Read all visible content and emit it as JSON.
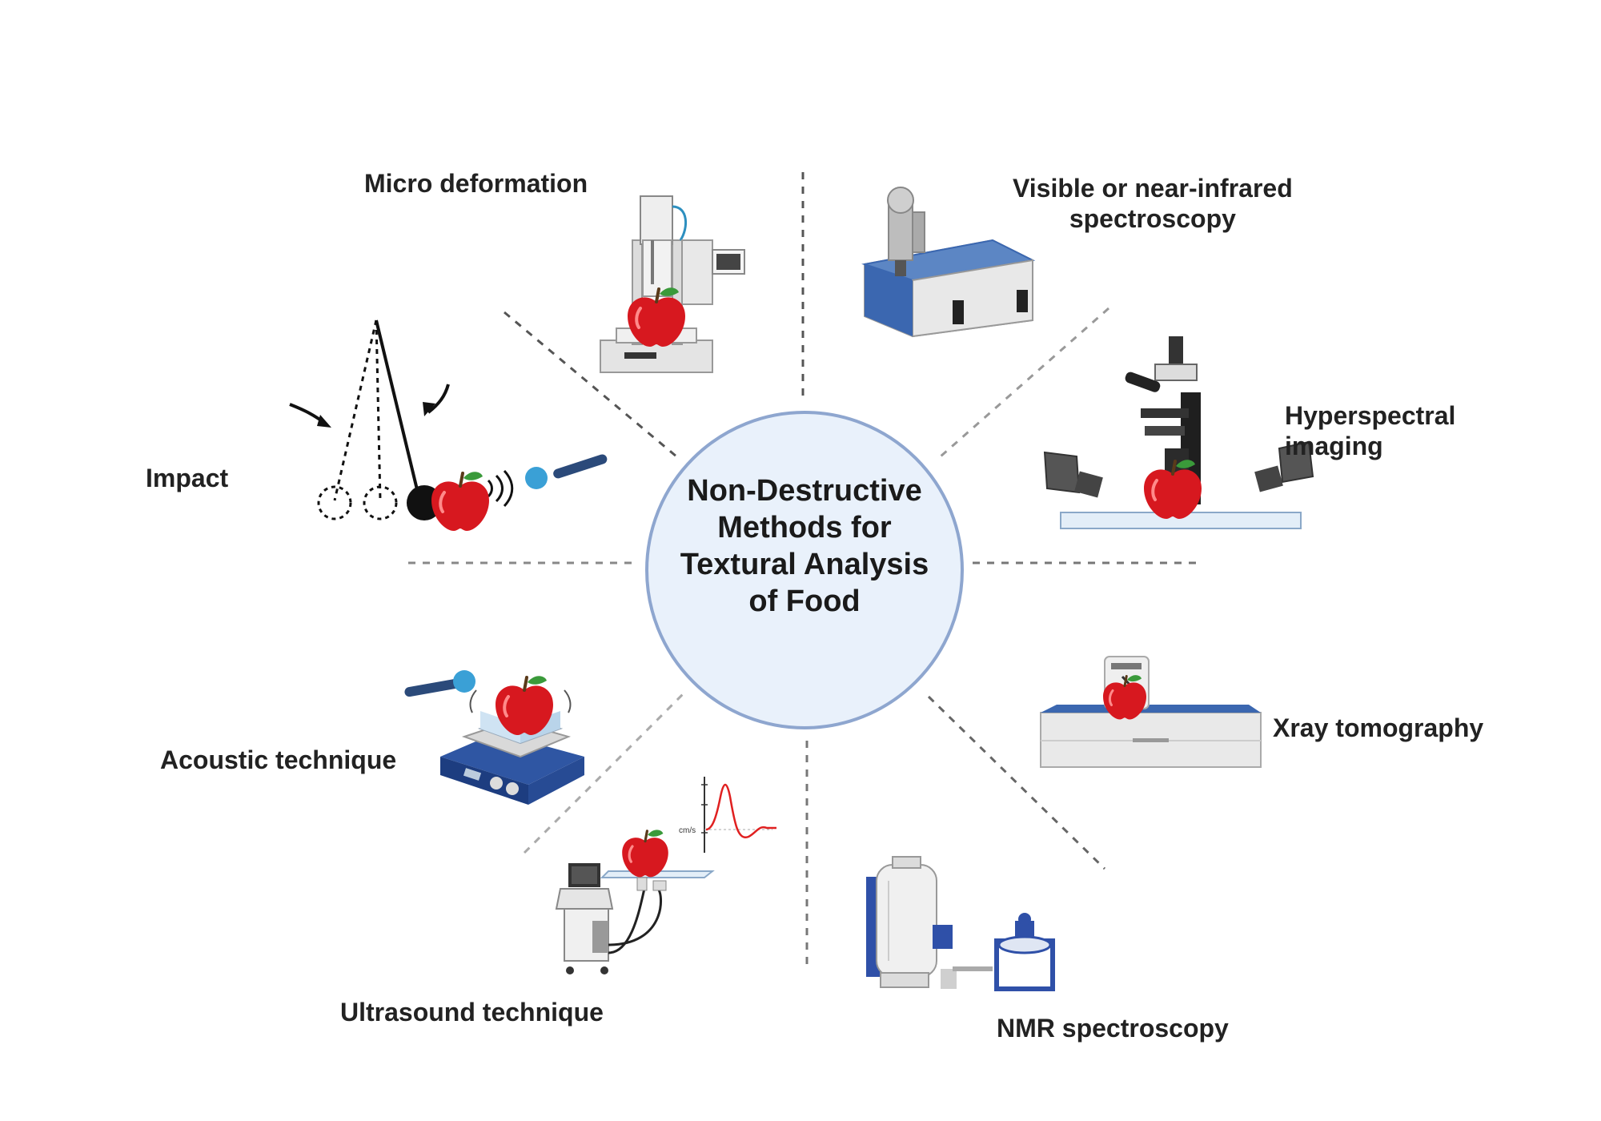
{
  "center": {
    "lines": [
      "Non-Destructive",
      "Methods for",
      "Textural Analysis",
      "of Food"
    ],
    "fill": "#e9f1fb",
    "stroke": "#8ea6cf"
  },
  "methods": {
    "micro_deformation": "Micro deformation",
    "nir_line1": "Visible or near-infrared",
    "nir_line2": "spectroscopy",
    "hyperspectral_line1": "Hyperspectral",
    "hyperspectral_line2": "imaging",
    "impact": "Impact",
    "acoustic": "Acoustic technique",
    "xray": "Xray tomography",
    "ultrasound": "Ultrasound technique",
    "nmr": "NMR spectroscopy"
  },
  "graph_unit": "cm/s",
  "colors": {
    "apple": "#d7181f",
    "instrument_blue": "#3b67b0",
    "signal_red": "#e02020",
    "divider": "#555555"
  },
  "icons": [
    "apple-icon",
    "pendulum-icon",
    "microphone-icon",
    "microscope-icon",
    "camera-icon",
    "spectrometer-icon",
    "nmr-magnet-icon",
    "xray-scanner-icon",
    "ultrasound-machine-icon",
    "shaker-icon",
    "texture-analyzer-icon"
  ]
}
